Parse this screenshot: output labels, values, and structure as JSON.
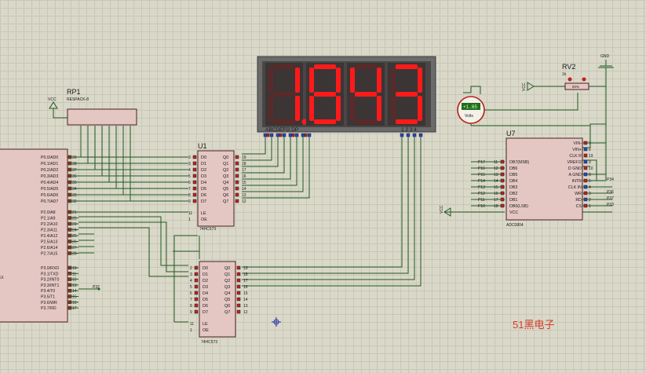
{
  "rp1": {
    "ref": "RP1",
    "value": "RESPACK-8"
  },
  "display": {
    "text": "1.843",
    "digits": [
      "1",
      "8",
      "4",
      "3"
    ],
    "dot_after": 0,
    "pin_labels": "ABCDEFG  DP",
    "digit_labels": "1 2 3 4"
  },
  "mcu": {
    "p0": [
      "P0.0/AD0",
      "P0.1/AD1",
      "P0.2/AD2",
      "P0.3/AD3",
      "P0.4/AD4",
      "P0.5/AD5",
      "P0.6/AD6",
      "P0.7/AD7"
    ],
    "p0_pins": [
      "39",
      "38",
      "37",
      "36",
      "35",
      "34",
      "33",
      "32"
    ],
    "p2": [
      "P2.0/A8",
      "P2.1/A9",
      "P2.2/A10",
      "P2.3/A11",
      "P2.4/A12",
      "P2.5/A13",
      "P2.6/A14",
      "P2.7/A15"
    ],
    "p2_pins": [
      "21",
      "22",
      "23",
      "24",
      "25",
      "26",
      "27",
      "28"
    ],
    "p3": [
      "P3.0/RXD",
      "P3.1/TXD",
      "P3.2/INT0",
      "P3.3/INT1",
      "P3.4/T0",
      "P3.5/T1",
      "P3.6/WR",
      "P3.7/RD"
    ],
    "p3_pins": [
      "10",
      "11",
      "12",
      "13",
      "14",
      "15",
      "16",
      "17"
    ],
    "edge_label": "EX",
    "p32_label": "P32"
  },
  "u1": {
    "ref": "U1",
    "part": "74HC573",
    "inputs": [
      "D0",
      "D1",
      "D2",
      "D3",
      "D4",
      "D5",
      "D6",
      "D7"
    ],
    "in_pins": [
      "2",
      "3",
      "4",
      "5",
      "6",
      "7",
      "8",
      "9"
    ],
    "outputs": [
      "Q0",
      "Q1",
      "Q2",
      "Q3",
      "Q4",
      "Q5",
      "Q6",
      "Q7"
    ],
    "out_pins": [
      "19",
      "18",
      "17",
      "16",
      "15",
      "14",
      "13",
      "12"
    ],
    "le": "LE",
    "oe": "OE",
    "le_pin": "11",
    "oe_pin": "1"
  },
  "u2": {
    "part": "74HC573",
    "inputs": [
      "D0",
      "D1",
      "D2",
      "D3",
      "D4",
      "D5",
      "D6",
      "D7"
    ],
    "in_pins": [
      "2",
      "3",
      "4",
      "5",
      "6",
      "7",
      "8",
      "9"
    ],
    "outputs": [
      "Q0",
      "Q1",
      "Q2",
      "Q3",
      "Q4",
      "Q5",
      "Q6",
      "Q7"
    ],
    "out_pins": [
      "19",
      "18",
      "17",
      "16",
      "15",
      "14",
      "13",
      "12"
    ],
    "le": "LE",
    "oe": "OE",
    "le_pin": "11",
    "oe_pin": "1"
  },
  "u7": {
    "ref": "U7",
    "part": "ADC0804",
    "left": [
      "DB7(MSB)",
      "DB6",
      "DB5",
      "DB4",
      "DB3",
      "DB2",
      "DB1",
      "DB0(LSB)",
      "VCC"
    ],
    "left_pins": [
      "11",
      "12",
      "13",
      "14",
      "15",
      "16",
      "17",
      "18",
      ""
    ],
    "left_nets": [
      "P17",
      "P16",
      "P15",
      "P14",
      "P13",
      "P12",
      "P11",
      "P10",
      ""
    ],
    "right": [
      "VIN-",
      "VIN+",
      "CLK R",
      "VREF/2",
      "D GND",
      "A GND",
      "INTR",
      "CLK IN",
      "WR",
      "RD",
      "CS"
    ],
    "right_pins": [
      "7",
      "6",
      "19",
      "9",
      "10",
      "8",
      "5",
      "4",
      "3",
      "2",
      "1"
    ],
    "right_nets": [
      "",
      "",
      "",
      "",
      "",
      "",
      "P34",
      "",
      "P36",
      "P37",
      "P33"
    ]
  },
  "rv2": {
    "ref": "RV2",
    "value": "1k",
    "pct": "50%"
  },
  "voltmeter": {
    "reading": "+1.85",
    "unit": "Volts"
  },
  "power": {
    "vcc": "VCC",
    "gnd": "GND"
  },
  "watermark": "51黑电子"
}
